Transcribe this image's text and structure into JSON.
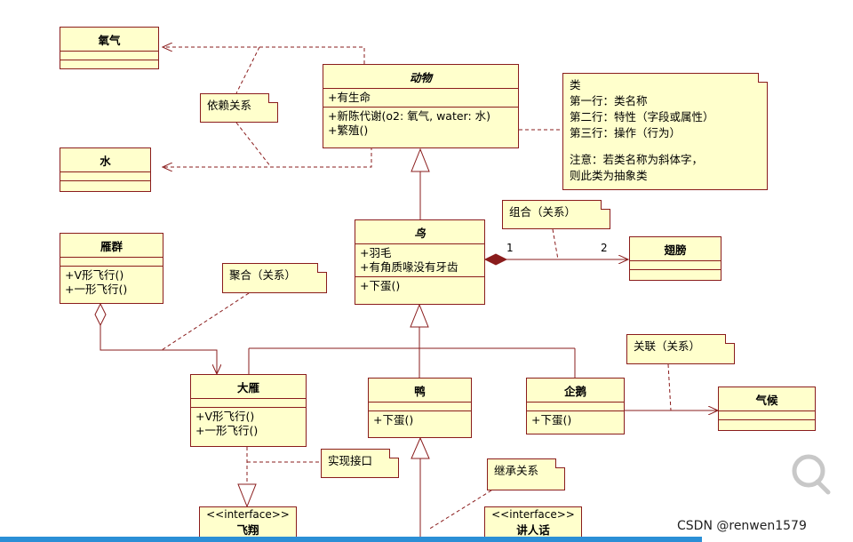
{
  "classes": {
    "oxygen": {
      "name": "氧气"
    },
    "water": {
      "name": "水"
    },
    "animal": {
      "name": "动物",
      "attributes": [
        "+有生命"
      ],
      "operations": [
        "+新陈代谢(o2: 氧气, water: 水)",
        "+繁殖()"
      ]
    },
    "bird": {
      "name": "鸟",
      "attributes": [
        "+羽毛",
        "+有角质喙没有牙齿"
      ],
      "operations": [
        "+下蛋()"
      ]
    },
    "wing": {
      "name": "翅膀"
    },
    "flock": {
      "name": "雁群",
      "operations": [
        "+V形飞行()",
        "+一形飞行()"
      ]
    },
    "goose": {
      "name": "大雁",
      "operations": [
        "+V形飞行()",
        "+一形飞行()"
      ]
    },
    "duck": {
      "name": "鸭",
      "operations": [
        "+下蛋()"
      ]
    },
    "penguin": {
      "name": "企鹅",
      "operations": [
        "+下蛋()"
      ]
    },
    "climate": {
      "name": "气候"
    },
    "fly": {
      "stereotype": "<<interface>>",
      "name": "飞翔"
    },
    "speak": {
      "stereotype": "<<interface>>",
      "name": "讲人话"
    }
  },
  "notes": {
    "dependency": "依赖关系",
    "legend": [
      "类",
      "第一行：类名称",
      "第二行：特性（字段或属性）",
      "第三行：操作（行为）",
      "",
      "注意：若类名称为斜体字，",
      "则此类为抽象类"
    ],
    "composition": "组合（关系）",
    "aggregation": "聚合（关系）",
    "association": "关联（关系）",
    "realization": "实现接口",
    "inheritance": "继承关系"
  },
  "multiplicity": {
    "bird_end": "1",
    "wing_end": "2"
  },
  "watermark": "CSDN @renwen1579",
  "colors": {
    "class_fill": "#ffffcc",
    "border": "#8a1c1c",
    "background": "#ffffff",
    "bottom_bar": "#2b8fd6"
  }
}
